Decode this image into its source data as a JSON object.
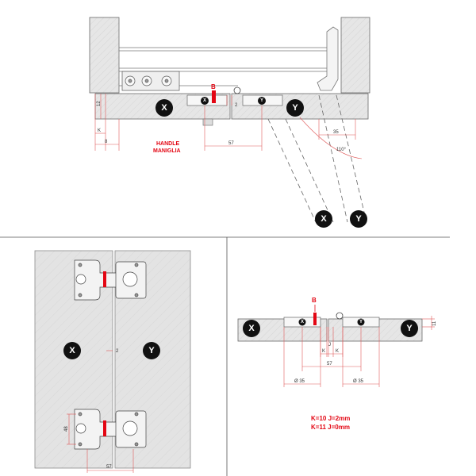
{
  "colors": {
    "panel": "#e4e4e4",
    "panel_stroke": "#8a8a8a",
    "accent_red": "#e30613",
    "dim_red": "#e05a5a",
    "badge": "#111111"
  },
  "top_view": {
    "letter_b": "B",
    "label_handle": "HANDLE",
    "label_maniglia": "MANIGLIA",
    "dim_12": "12",
    "dim_k": "K",
    "dim_8": "8",
    "dim_2": "2",
    "dim_57": "57",
    "dim_35": "35",
    "angle_110": "110°",
    "badge_x": "X",
    "badge_y": "Y",
    "mini_x": "X",
    "mini_y": "Y",
    "open_badge_x": "X",
    "open_badge_y": "Y"
  },
  "front_view": {
    "badge_x": "X",
    "badge_y": "Y",
    "dim_2": "2",
    "dim_48": "48",
    "dim_57": "57"
  },
  "section_view": {
    "letter_b": "B",
    "badge_x": "X",
    "badge_y": "Y",
    "mini_x": "X",
    "mini_y": "Y",
    "dim_11": "11",
    "dim_k_left": "K",
    "dim_k_right": "K",
    "dim_j": "J",
    "dim_57": "57",
    "dim_d35_left": "Ø 35",
    "dim_d35_right": "Ø 35",
    "note_line1": "K=10  J=2mm",
    "note_line2": "K=11  J=0mm"
  }
}
